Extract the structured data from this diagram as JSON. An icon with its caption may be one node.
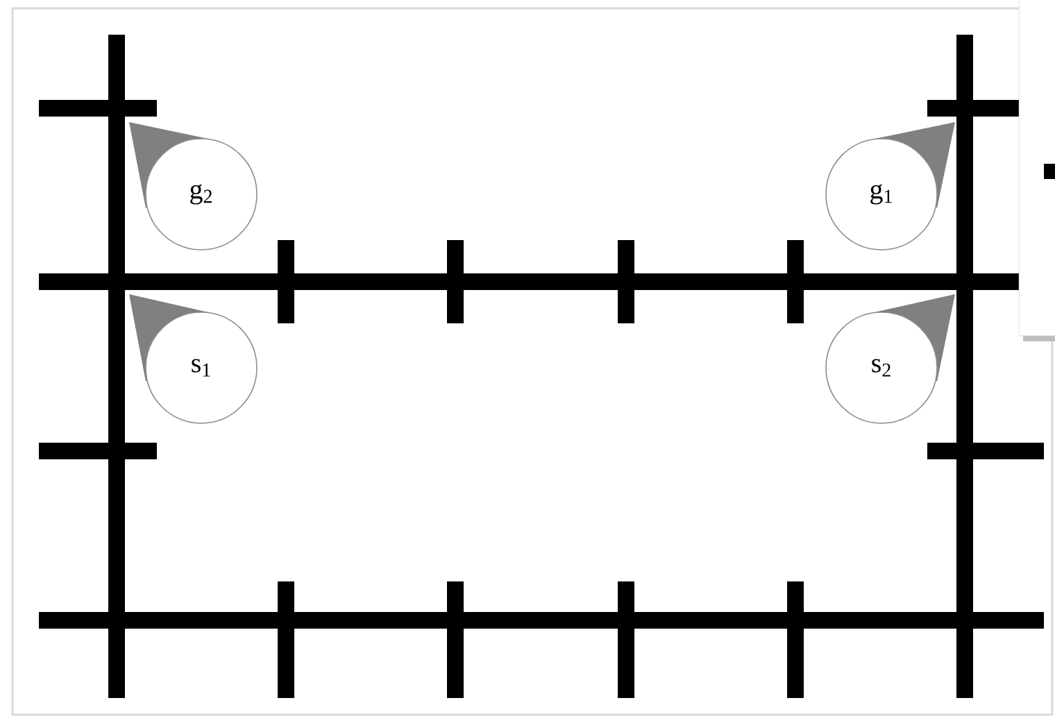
{
  "diagram": {
    "nodes": [
      {
        "text": [
          "g$_{2}$"
        ]
      },
      {
        "text": [
          "g$_{1}$"
        ]
      },
      {
        "text": [
          "s$_{1}$"
        ]
      },
      {
        "text": [
          "s$_{2}$"
        ]
      }
    ]
  }
}
